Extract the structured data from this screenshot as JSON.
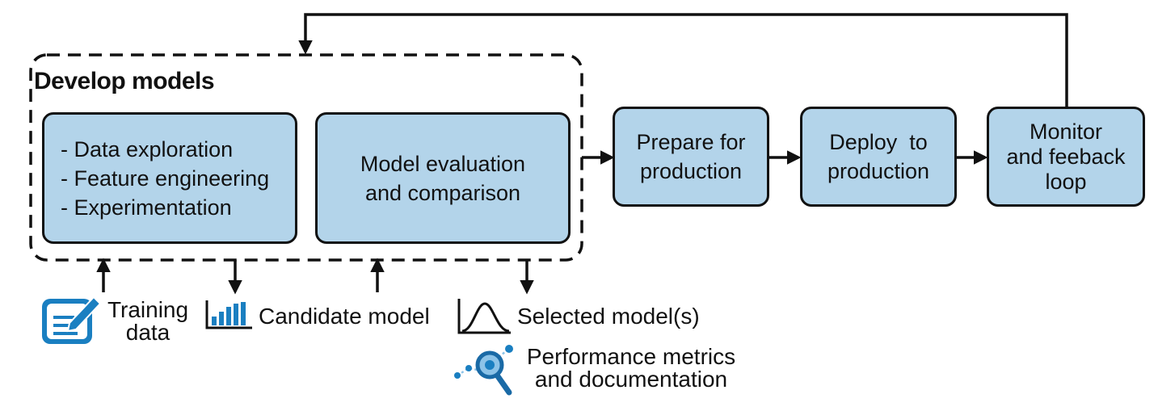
{
  "group": {
    "title": "Develop models"
  },
  "develop_box": {
    "lines": [
      "- Data exploration",
      "- Feature engineering",
      "- Experimentation"
    ]
  },
  "eval_box": {
    "lines": [
      "Model evaluation",
      "and comparison"
    ]
  },
  "prepare_box": {
    "lines": [
      "Prepare for",
      "production"
    ]
  },
  "deploy_box": {
    "lines": [
      "Deploy  to",
      "production"
    ]
  },
  "monitor_box": {
    "lines": [
      "Monitor",
      "and feeback",
      "loop"
    ]
  },
  "artifacts": {
    "training": [
      "Training",
      "data"
    ],
    "candidate": "Candidate model",
    "selected": "Selected model(s)",
    "performance": [
      "Performance metrics",
      "and documentation"
    ]
  },
  "colors": {
    "box_fill": "#b3d4ea",
    "stroke": "#111111",
    "icon_blue": "#1a7fc1",
    "icon_light": "#8cc3e8"
  },
  "icons": [
    "clipboard-pencil-icon",
    "bar-chart-icon",
    "bell-curve-icon",
    "magnifier-chart-icon"
  ]
}
